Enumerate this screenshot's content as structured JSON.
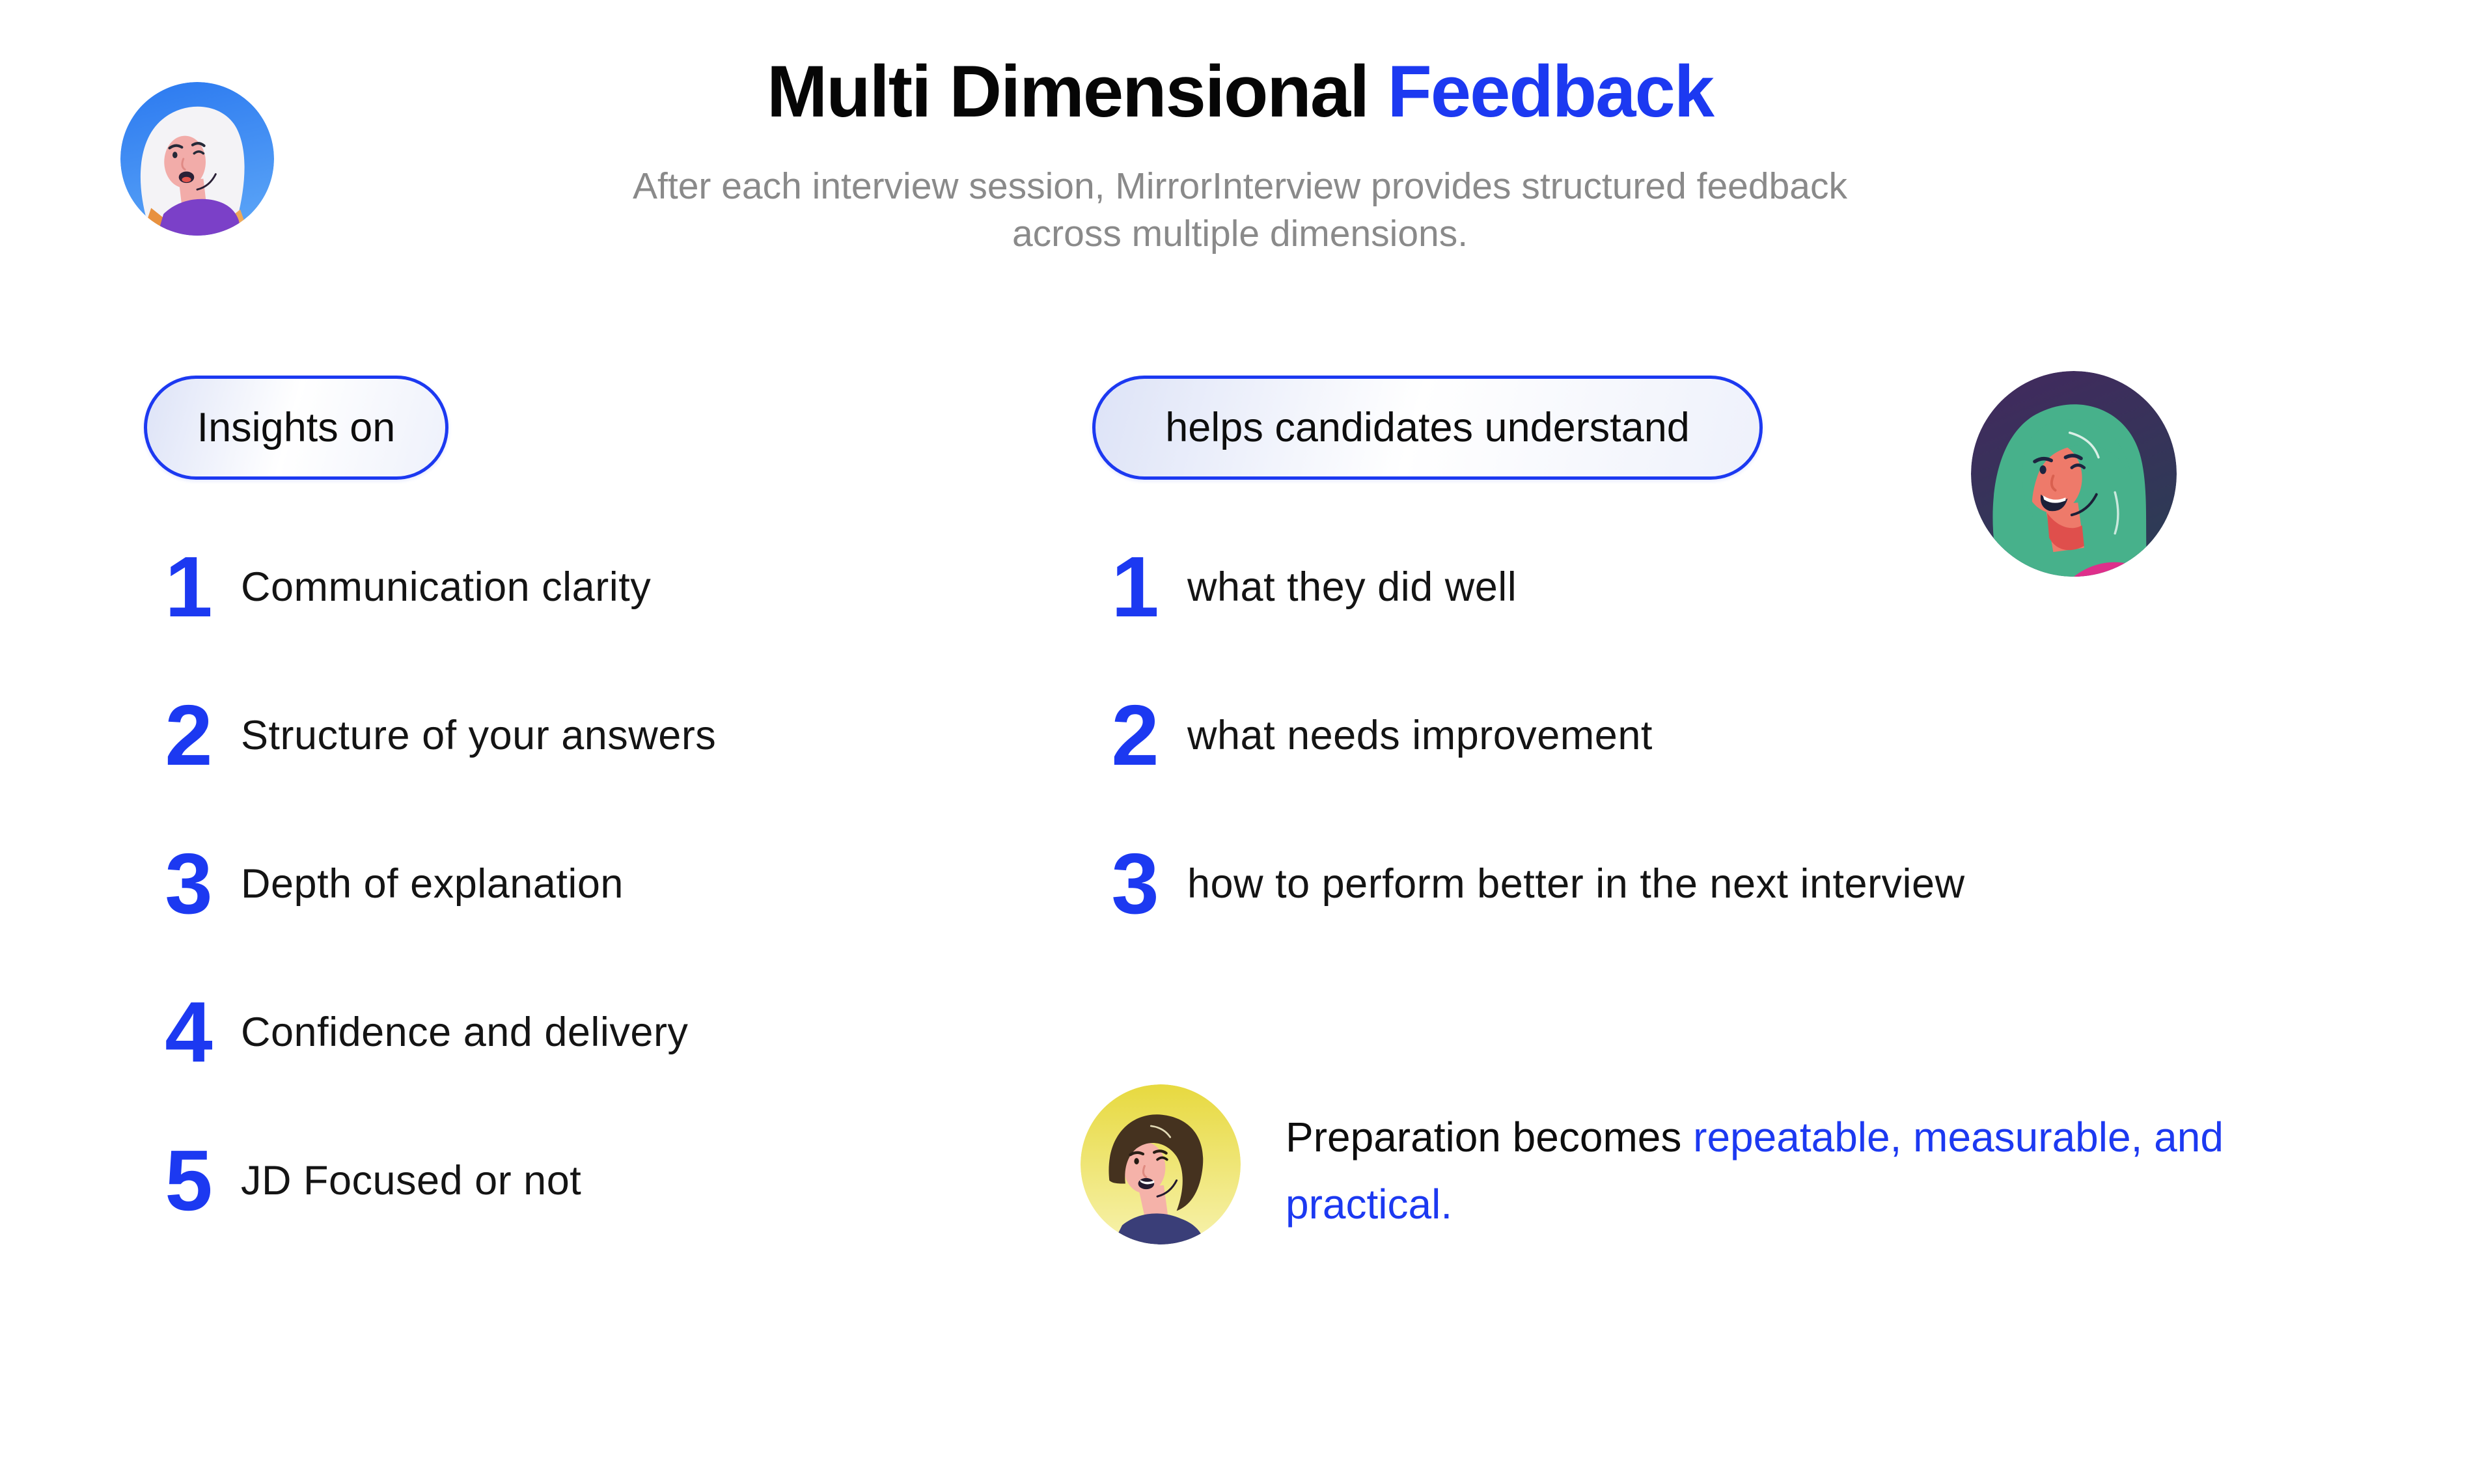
{
  "title": {
    "part1": "Multi Dimensional",
    "part2": "Feedback"
  },
  "subtitle": {
    "line1": "After each interview session, MirrorInterview provides structured feedback",
    "line2": "across multiple dimensions."
  },
  "left_section": {
    "pill_label": "Insights on",
    "items": [
      {
        "num": "1",
        "label": "Communication clarity"
      },
      {
        "num": "2",
        "label": "Structure of your answers"
      },
      {
        "num": "3",
        "label": "Depth of explanation"
      },
      {
        "num": "4",
        "label": "Confidence and delivery"
      },
      {
        "num": "5",
        "label": "JD Focused or not"
      }
    ]
  },
  "right_section": {
    "pill_label": "helps candidates understand",
    "items": [
      {
        "num": "1",
        "label": "what they did well"
      },
      {
        "num": "2",
        "label": "what needs improvement"
      },
      {
        "num": "3",
        "label": "how to perform better in the next interview"
      }
    ]
  },
  "quote": {
    "prefix": "Preparation becomes",
    "highlight": "repeatable, measurable, and practical."
  },
  "avatars": {
    "top_left": "woman-white-hair-avatar",
    "right": "woman-green-hair-avatar",
    "bottom": "man-avatar"
  },
  "colors": {
    "accent_blue": "#1c39f1",
    "subtitle_gray": "#8a8a8a",
    "avatar_blue_bg": "#2b79f0",
    "avatar_purple_bg": "#412a5e",
    "avatar_yellow_bg": "#e7d93f"
  }
}
